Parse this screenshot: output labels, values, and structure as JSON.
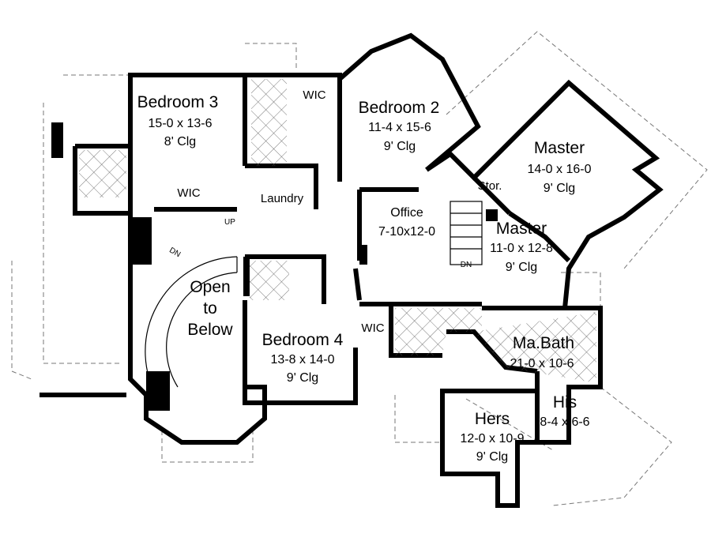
{
  "rooms": {
    "bedroom3": {
      "name": "Bedroom 3",
      "size": "15-0 x 13-6",
      "ceiling": "8' Clg"
    },
    "bedroom2": {
      "name": "Bedroom 2",
      "size": "11-4 x 15-6",
      "ceiling": "9' Clg"
    },
    "master_bed": {
      "name": "Master",
      "size": "14-0 x 16-0",
      "ceiling": "9' Clg"
    },
    "master_sit": {
      "name": "Master",
      "size": "11-0 x 12-8",
      "ceiling": "9' Clg"
    },
    "office": {
      "name": "Office",
      "size": "7-10x12-0"
    },
    "bedroom4": {
      "name": "Bedroom 4",
      "size": "13-8 x 14-0",
      "ceiling": "9' Clg"
    },
    "ma_bath": {
      "name": "Ma.Bath",
      "size": "21-0 x 10-6"
    },
    "his": {
      "name": "His",
      "size": "8-4 x 6-6"
    },
    "hers": {
      "name": "Hers",
      "size": "12-0 x 10-9",
      "ceiling": "9' Clg"
    },
    "open": {
      "line1": "Open",
      "line2": "to",
      "line3": "Below"
    }
  },
  "labels": {
    "wic1": "WIC",
    "wic2": "WIC",
    "wic3": "WIC",
    "laundry": "Laundry",
    "stor": "Stor.",
    "up": "UP",
    "dn1": "DN",
    "dn2": "DN"
  }
}
